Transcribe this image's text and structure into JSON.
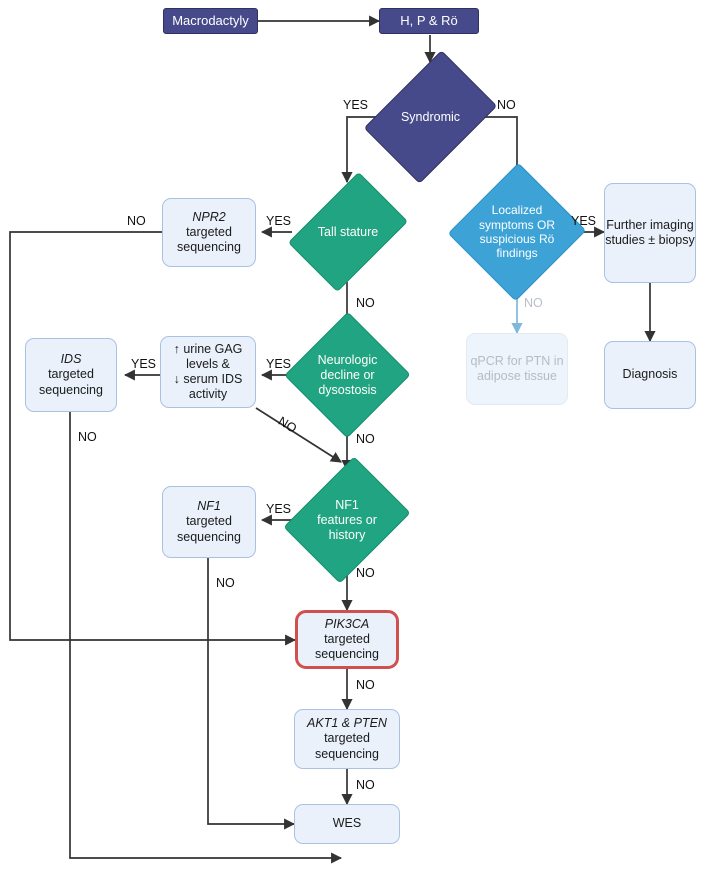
{
  "diagram": {
    "title": "Macrodactyly diagnostic work-up flowchart",
    "colors": {
      "purple": "#474a8a",
      "teal": "#21a481",
      "blue": "#3da3d6",
      "light_box_fill": "#eaf1fb",
      "light_box_border": "#a9c2e4",
      "highlight_border": "#d0504e",
      "edge": "#333333",
      "muted": "#b9c0ca"
    },
    "nodes": {
      "macrodactyly": "Macrodactyly",
      "hpro": "H, P & Rö",
      "syndromic": "Syndromic",
      "tall_stature": "Tall stature",
      "localized": "Localized symptoms OR suspicious Rö findings",
      "further_imaging": "Further imaging studies ± biopsy",
      "diagnosis": "Diagnosis",
      "qpcr": "qPCR for PTN in adipose tissue",
      "npr2_gene": "NPR2",
      "npr2_rest": "targeted sequencing",
      "neurologic": "Neurologic decline or dysostosis",
      "gag_line1": "↑ urine GAG",
      "gag_line2": "levels &",
      "gag_line3": "↓ serum IDS",
      "gag_line4": "activity",
      "ids_gene": "IDS",
      "ids_rest": "targeted sequencing",
      "nf1_diamond": "NF1 features or history",
      "nf1_gene": "NF1",
      "nf1_rest": "targeted sequencing",
      "pik3ca_gene": "PIK3CA",
      "pik3ca_rest": "targeted sequencing",
      "akt1_gene": "AKT1 & PTEN",
      "akt1_rest": "targeted sequencing",
      "wes": "WES"
    },
    "edge_labels": {
      "syndromic_yes": "YES",
      "syndromic_no": "NO",
      "tall_yes": "YES",
      "tall_no": "NO",
      "npr2_no": "NO",
      "localized_yes": "YES",
      "localized_no": "NO",
      "neuro_yes": "YES",
      "neuro_no": "NO",
      "gag_yes": "YES",
      "gag_no": "NO",
      "ids_no": "NO",
      "nf1_yes": "YES",
      "nf1_no": "NO",
      "nf1box_no": "NO",
      "pik3ca_no": "NO",
      "akt1_no": "NO"
    }
  }
}
